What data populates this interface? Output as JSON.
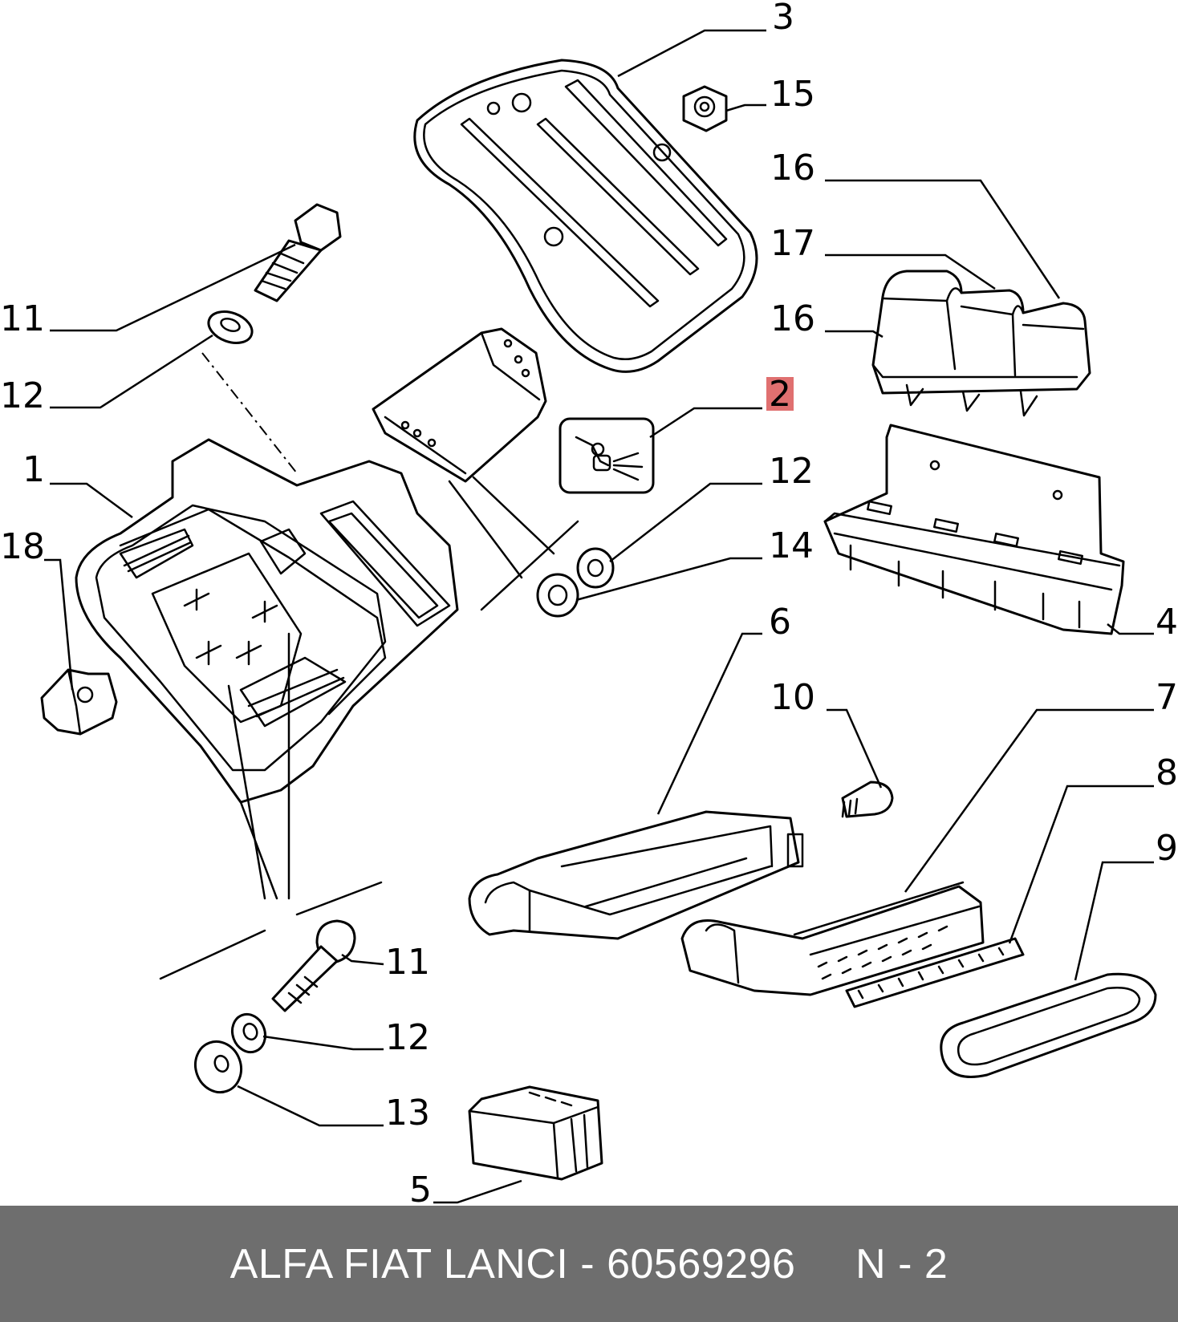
{
  "diagram": {
    "callouts": {
      "n1": "1",
      "n2": "2",
      "n3": "3",
      "n4": "4",
      "n5": "5",
      "n6": "6",
      "n7": "7",
      "n8": "8",
      "n9": "9",
      "n10": "10",
      "n11a": "11",
      "n11b": "11",
      "n12a": "12",
      "n12b": "12",
      "n12c": "12",
      "n13": "13",
      "n14": "14",
      "n15": "15",
      "n16a": "16",
      "n16b": "16",
      "n17": "17",
      "n18": "18"
    },
    "highlight_color": "#e07070",
    "highlighted_part": "2"
  },
  "footer": {
    "text": "ALFA FIAT LANCI - 60569296     N - 2",
    "background": "#6e6e6e"
  }
}
